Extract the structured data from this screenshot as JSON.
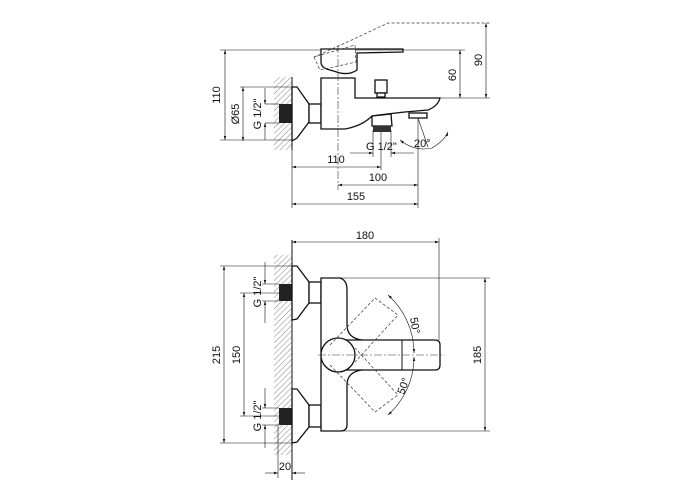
{
  "top_view": {
    "dims": {
      "height_total": "110",
      "flange_diameter": "Ø65",
      "inlet_thread": "G 1/2\"",
      "outlet_thread": "G 1/2\"",
      "angle": "20°",
      "spout_axis_offset": "110",
      "spout_reach": "100",
      "total_depth": "155",
      "handle_height": "60",
      "handle_open_height": "90"
    }
  },
  "front_view": {
    "dims": {
      "width": "180",
      "total_height": "215",
      "inlet_spacing": "150",
      "body_height": "185",
      "upper_thread": "G 1/2\"",
      "lower_thread": "G 1/2\"",
      "rotation_up": "50°",
      "rotation_down": "50°",
      "wall_offset": "20"
    }
  }
}
